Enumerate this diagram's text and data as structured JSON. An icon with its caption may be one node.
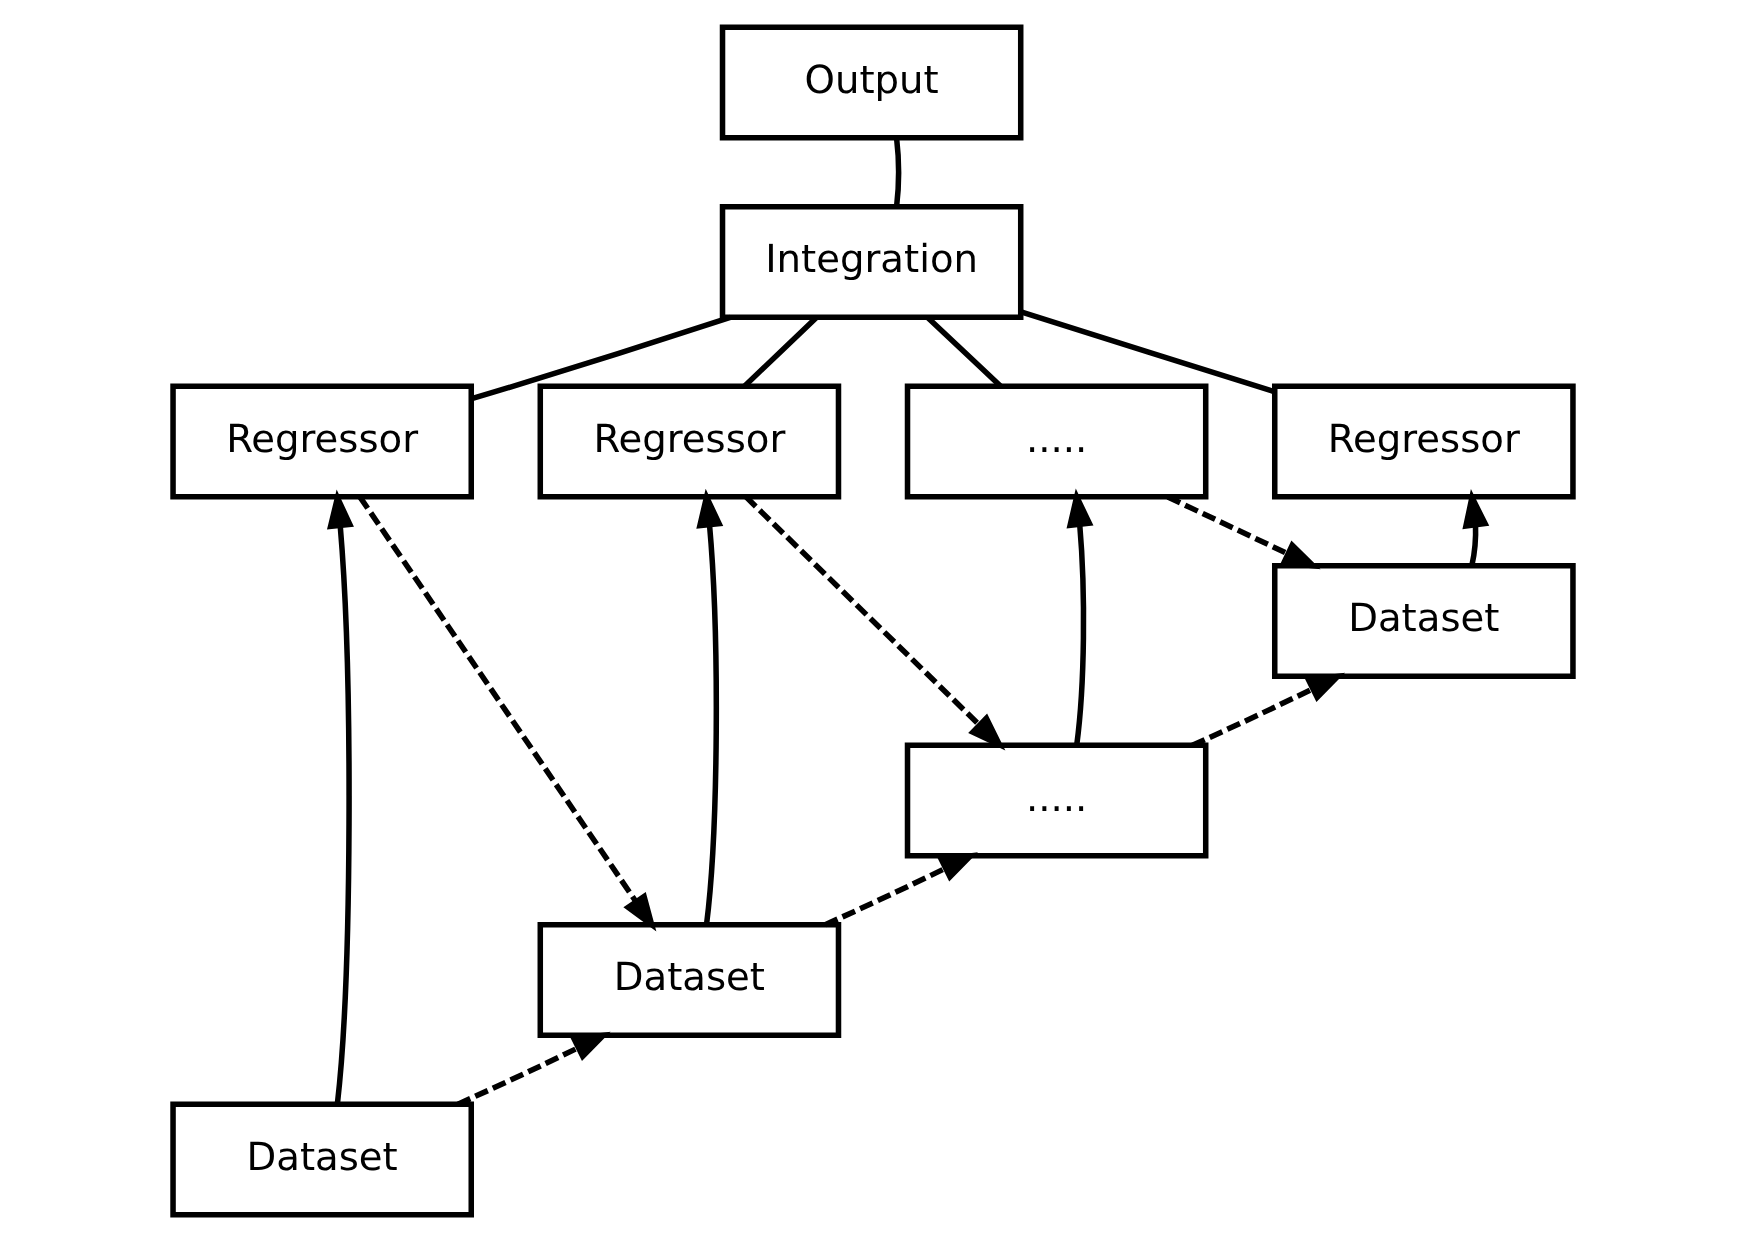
{
  "diagram": {
    "nodes": [
      {
        "text": [
          "Output"
        ]
      },
      {
        "text": [
          "Integration"
        ]
      },
      {
        "text": [
          "Regressor"
        ]
      },
      {
        "text": [
          "Regressor"
        ]
      },
      {
        "text": [
          "....."
        ]
      },
      {
        "text": [
          "Regressor"
        ]
      },
      {
        "text": [
          "Dataset"
        ]
      },
      {
        "text": [
          "....."
        ]
      },
      {
        "text": [
          "Dataset"
        ]
      },
      {
        "text": [
          "Dataset"
        ]
      }
    ],
    "edges": [
      {
        "from": 0,
        "to": 1,
        "arrow": "none"
      },
      {
        "from": 1,
        "to": 2,
        "arrow": "none"
      },
      {
        "from": 1,
        "to": 3,
        "arrow": "none"
      },
      {
        "from": 1,
        "to": 4,
        "arrow": "none"
      },
      {
        "from": 1,
        "to": 5,
        "arrow": "none"
      },
      {
        "from": 9,
        "to": 2,
        "arrow": "to"
      },
      {
        "from": 2,
        "to": 8,
        "arrow": "to",
        "style": "dashed"
      },
      {
        "from": 8,
        "to": 3,
        "arrow": "to"
      },
      {
        "from": 3,
        "to": 7,
        "arrow": "to",
        "style": "dashed"
      },
      {
        "from": 7,
        "to": 4,
        "arrow": "to"
      },
      {
        "from": 4,
        "to": 6,
        "arrow": "to",
        "style": "dashed"
      },
      {
        "from": 6,
        "to": 5,
        "arrow": "to"
      },
      {
        "from": 9,
        "to": 8,
        "arrow": "to",
        "style": "dashed"
      },
      {
        "from": 8,
        "to": 7,
        "arrow": "to",
        "style": "dashed"
      },
      {
        "from": 7,
        "to": 6,
        "arrow": "to",
        "style": "dashed"
      }
    ]
  }
}
